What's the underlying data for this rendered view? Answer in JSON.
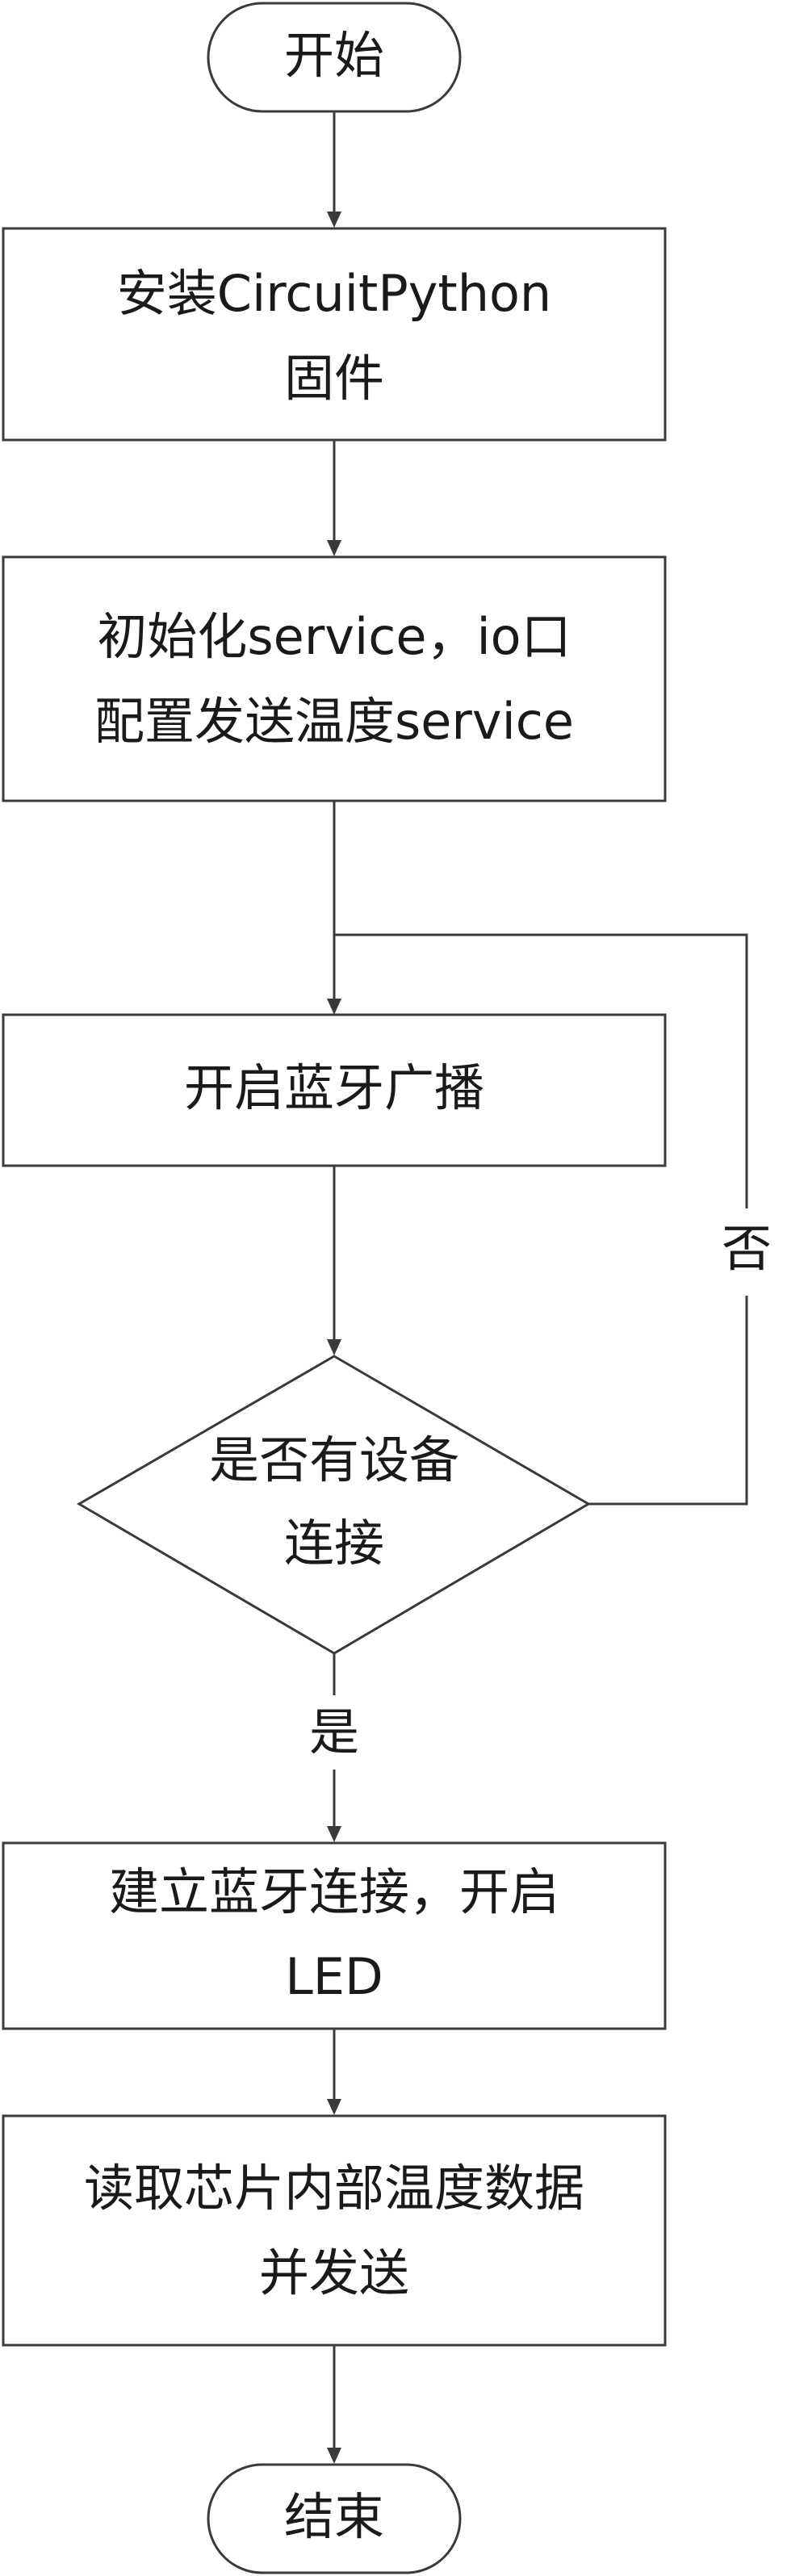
{
  "nodes": {
    "start": {
      "text": "开始"
    },
    "install": {
      "line1": "安装CircuitPython",
      "line2": "固件"
    },
    "init": {
      "line1": "初始化service，io口",
      "line2": "配置发送温度service"
    },
    "advertise": {
      "text": "开启蓝牙广播"
    },
    "decision": {
      "line1": "是否有设备",
      "line2": "连接"
    },
    "connect": {
      "line1": "建立蓝牙连接，开启",
      "line2": "LED"
    },
    "read": {
      "line1": "读取芯片内部温度数据",
      "line2": "并发送"
    },
    "end": {
      "text": "结束"
    }
  },
  "edge_labels": {
    "yes": "是",
    "no": "否"
  }
}
